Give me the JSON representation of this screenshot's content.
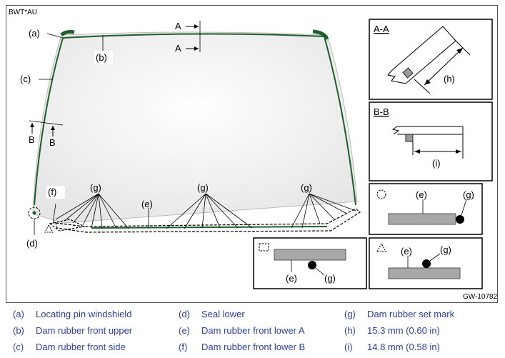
{
  "figure": {
    "header_code": "BWT*AU",
    "footer_code": "GW-10782",
    "callouts": {
      "a": "(a)",
      "b": "(b)",
      "c": "(c)",
      "d": "(d)",
      "e": "(e)",
      "f": "(f)",
      "g": "(g)",
      "h": "(h)",
      "i": "(i)"
    },
    "section_markers": {
      "a": "A",
      "b": "B"
    },
    "sections": {
      "aa_title": "A-A",
      "bb_title": "B-B"
    }
  },
  "legend": [
    {
      "code": "(a)",
      "text": "Locating pin windshield"
    },
    {
      "code": "(b)",
      "text": "Dam rubber front upper"
    },
    {
      "code": "(c)",
      "text": "Dam rubber front side"
    },
    {
      "code": "(d)",
      "text": "Seal lower"
    },
    {
      "code": "(e)",
      "text": "Dam rubber front lower A"
    },
    {
      "code": "(f)",
      "text": "Dam rubber front lower B"
    },
    {
      "code": "(g)",
      "text": "Dam rubber set mark"
    },
    {
      "code": "(h)",
      "text": "15.3 mm (0.60 in)"
    },
    {
      "code": "(i)",
      "text": "14.8 mm (0.58 in)"
    }
  ],
  "colors": {
    "dam_rubber": "#1f5e2c",
    "legend_text": "#2b3fa0",
    "glass": "#f3f3f3"
  }
}
